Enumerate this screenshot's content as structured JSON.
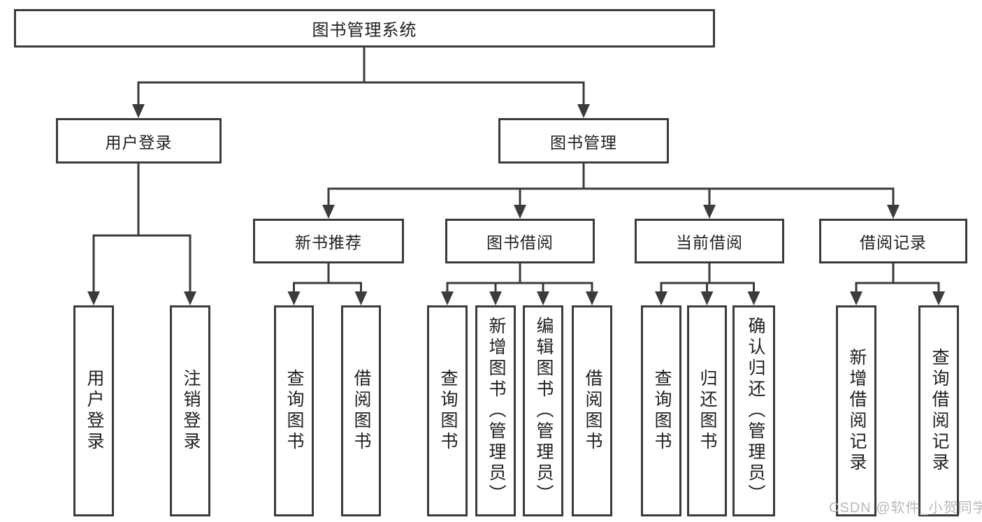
{
  "diagram": {
    "root": {
      "label": "图书管理系统"
    },
    "level2": {
      "user_login": {
        "label": "用户登录"
      },
      "book_management": {
        "label": "图书管理"
      }
    },
    "level3": {
      "new_book_recommendation": {
        "label": "新书推荐"
      },
      "book_borrowing": {
        "label": "图书借阅"
      },
      "current_borrowing": {
        "label": "当前借阅"
      },
      "borrowing_records": {
        "label": "借阅记录"
      }
    },
    "leaves": {
      "user_login_children": [
        "用户登录",
        "注销登录"
      ],
      "new_book_children": [
        "查询图书",
        "借阅图书"
      ],
      "book_borrowing_children": [
        "查询图书",
        "新增图书（管理员）",
        "编辑图书（管理员）",
        "借阅图书"
      ],
      "current_borrowing_children": [
        "查询图书",
        "归还图书",
        "确认归还（管理员）"
      ],
      "borrowing_records_children": [
        "新增借阅记录",
        "查询借阅记录"
      ]
    }
  },
  "watermark": {
    "text": "CSDN @软件_小贺同学"
  },
  "colors": {
    "line": "#3b3b3b",
    "text": "#1f1f1f",
    "watermark": "#b9b9b9",
    "background": "#ffffff"
  }
}
